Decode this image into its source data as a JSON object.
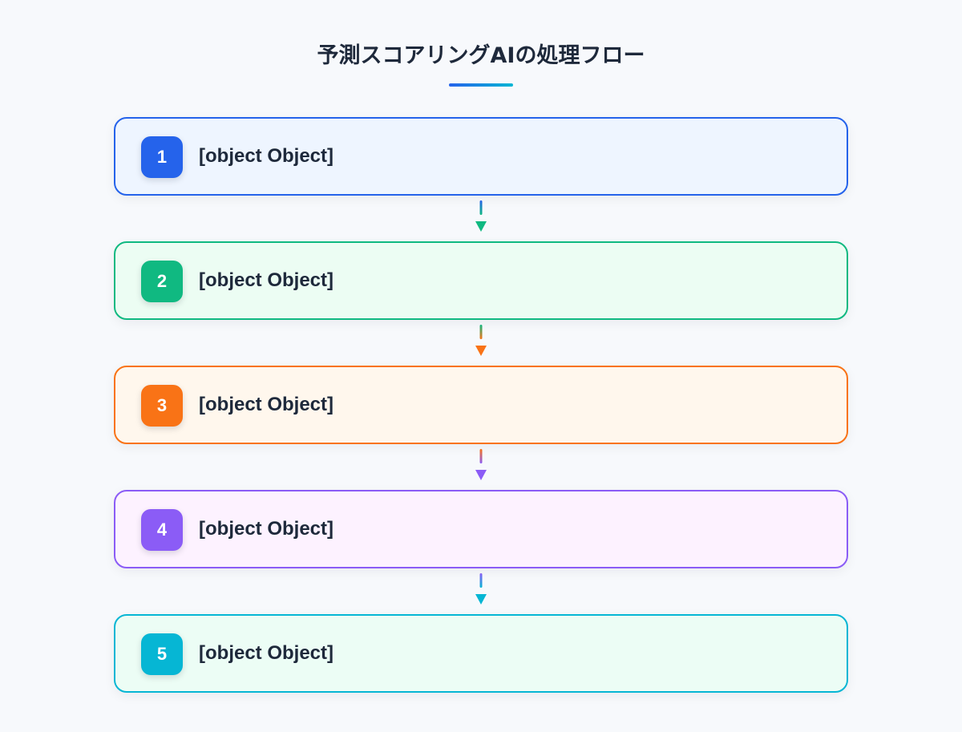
{
  "title": "予測スコアリングAIの処理フロー",
  "steps": [
    {
      "number": "1",
      "label": "[object Object]",
      "color": "#2563eb",
      "bg": "#eef5ff"
    },
    {
      "number": "2",
      "label": "[object Object]",
      "color": "#10b981",
      "bg": "#ecfdf3"
    },
    {
      "number": "3",
      "label": "[object Object]",
      "color": "#f97316",
      "bg": "#fff7ed"
    },
    {
      "number": "4",
      "label": "[object Object]",
      "color": "#8b5cf6",
      "bg": "#fdf2ff"
    },
    {
      "number": "5",
      "label": "[object Object]",
      "color": "#06b6d4",
      "bg": "#ecfdf5"
    }
  ],
  "connectors": [
    {
      "from_color": "#2563eb",
      "to_color": "#10b981"
    },
    {
      "from_color": "#10b981",
      "to_color": "#f97316"
    },
    {
      "from_color": "#f97316",
      "to_color": "#8b5cf6"
    },
    {
      "from_color": "#8b5cf6",
      "to_color": "#06b6d4"
    }
  ]
}
